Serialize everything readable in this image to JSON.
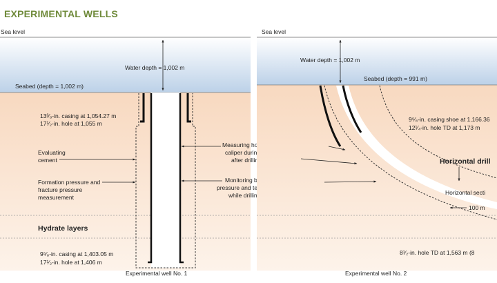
{
  "title": "EXPERIMENTAL WELLS",
  "colors": {
    "title": "#6f8a3a",
    "sea_top": "#ffffff",
    "sea_bottom": "#bcd1e8",
    "sediment_top": "#f8d9c0",
    "sediment_bottom": "#fdf3ea",
    "casing": "#1a1a1a"
  },
  "well1": {
    "sea_level": "Sea level",
    "water_depth": "Water depth = 1,002 m",
    "seabed": "Seabed (depth = 1,002 m)",
    "casing_13_line1": "13³⁄₈-in. casing at 1,054.27 m",
    "casing_13_line2": "17¹⁄₂-in. hole at 1,055 m",
    "evaluating_line1": "Evaluating",
    "evaluating_line2": "cement",
    "formation_line1": "Formation pressure and",
    "formation_line2": "fracture pressure",
    "formation_line3": "measurement",
    "hydrate_layers": "Hydrate layers",
    "casing_9_line1": "9⁵⁄₈-in. casing at 1,403.05 m",
    "casing_9_line2": "17¹⁄₂-in. hole at 1,406 m",
    "caption": "Experimental well No. 1"
  },
  "shared": {
    "measuring_line1": "Measuring hole with",
    "measuring_line2": "caliper during and",
    "measuring_line3": "after drilling",
    "monitoring_line1": "Monitoring bottomhole",
    "monitoring_line2": "pressure and temperature",
    "monitoring_line3": "while drilling"
  },
  "well2": {
    "sea_level": "Sea level",
    "water_depth": "Water depth = 1,002 m",
    "seabed": "Seabed (depth = 991 m)",
    "casing_shoe": "9⁵⁄₈-in. casing shoe at 1,166.36",
    "hole_td": "12¹⁄₄-in. hole TD at 1,173 m",
    "horizontal_drill": "Horizontal drill",
    "horizontal_section": "Horizontal secti",
    "distance": "100 m",
    "hole_td_2": "8¹⁄₂-in. hole TD at 1,563 m (8",
    "caption": "Experimental well No. 2"
  }
}
